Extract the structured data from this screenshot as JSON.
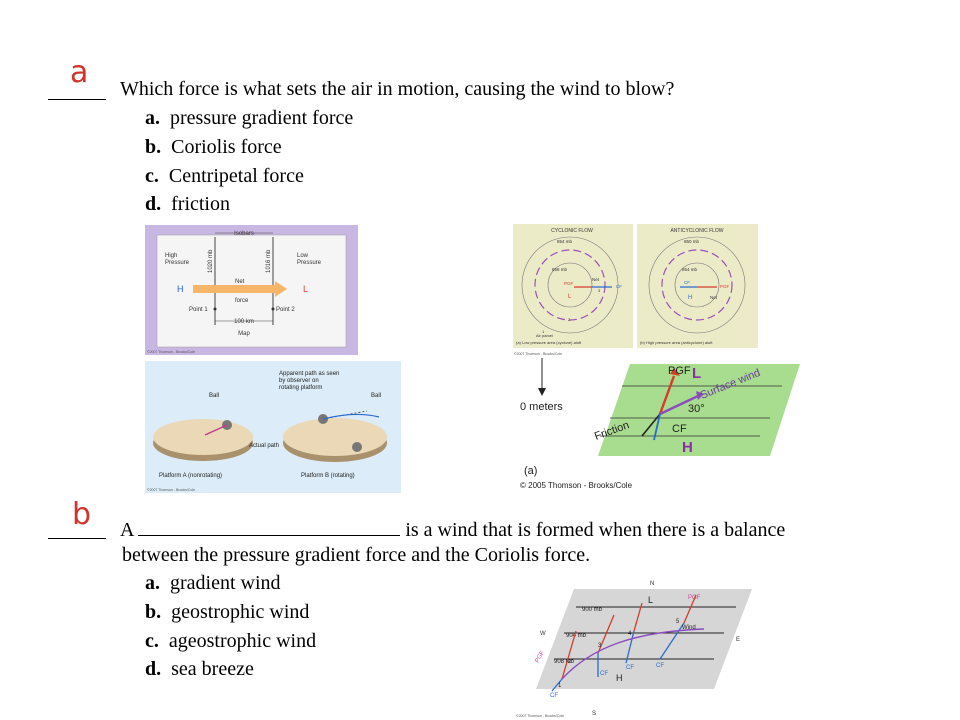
{
  "q1": {
    "answer_handwritten": "a",
    "question": "Which force is what sets the air in motion, causing the wind to blow?",
    "options": [
      {
        "letter": "a.",
        "text": "pressure gradient force"
      },
      {
        "letter": "b.",
        "text": "Coriolis force"
      },
      {
        "letter": "c.",
        "text": "Centripetal force"
      },
      {
        "letter": "d.",
        "text": "friction"
      }
    ]
  },
  "q2": {
    "answer_handwritten": "b",
    "question_start": "A",
    "question_end": "is a wind that is formed when there is a balance",
    "question_line2": "between the pressure gradient force and the Coriolis force.",
    "options": [
      {
        "letter": "a.",
        "text": "gradient wind"
      },
      {
        "letter": "b.",
        "text": "geostrophic wind"
      },
      {
        "letter": "c.",
        "text": "ageostrophic wind"
      },
      {
        "letter": "d.",
        "text": "sea breeze"
      }
    ]
  },
  "fig_pgf": {
    "isobars": "Isobars",
    "high": "High\nPressure",
    "low": "Low\nPressure",
    "p1020": "1020 mb",
    "p1016": "1016 mb",
    "net": "Net",
    "force": "force",
    "H": "H",
    "L": "L",
    "point1": "Point 1",
    "point2": "Point 2",
    "distance": "100 km",
    "map": "Map",
    "copyright": "©2007 Thomson - Brooks/Cole"
  },
  "fig_platform": {
    "apparent": "Apparent path as seen\nby observer on\nrotating platform",
    "ball1": "Ball",
    "ball2": "Ball",
    "actual": "Actual path",
    "platA": "Platform A (nonrotating)",
    "platB": "Platform B (rotating)",
    "copyright": "©2007 Thomson - Brooks/Cole"
  },
  "fig_flow": {
    "cyclonic": "CYCLONIC FLOW",
    "anticyclonic": "ANTICYCLONIC FLOW",
    "c854": "854 mb",
    "c858": "858 mb",
    "a850": "850 mb",
    "a854": "854 mb",
    "pgf": "PGF",
    "cf": "CF",
    "net": "Net",
    "L": "L",
    "H": "H",
    "n3": "3",
    "n2": "2",
    "n1": "1",
    "parcel": "Air parcel",
    "capA": "(a) Low pressure area (cyclone) aloft",
    "capB": "(b) High pressure area (anticyclone) aloft",
    "copyright": "©2007 Thomson - Brooks/Cole"
  },
  "fig_surface": {
    "zero": "0 meters",
    "pgf": "PGF",
    "L": "L",
    "surface": "Surface wind",
    "deg": "30°",
    "friction": "Friction",
    "cf": "CF",
    "H": "H",
    "sub": "(a)",
    "copyright": "© 2005 Thomson - Brooks/Cole"
  },
  "fig_geo": {
    "N": "N",
    "S": "S",
    "E": "E",
    "W": "W",
    "p900": "900 mb",
    "p904": "904 mb",
    "p908": "908 mb",
    "L": "L",
    "H": "H",
    "pgf": "PGF",
    "pgf2": "PGF",
    "wind": "Wind",
    "cf": "CF",
    "n1": "1",
    "n2": "2",
    "n3": "3",
    "n4": "4",
    "n5": "5",
    "copyright": "©2007 Thomson - Brooks/Cole"
  }
}
